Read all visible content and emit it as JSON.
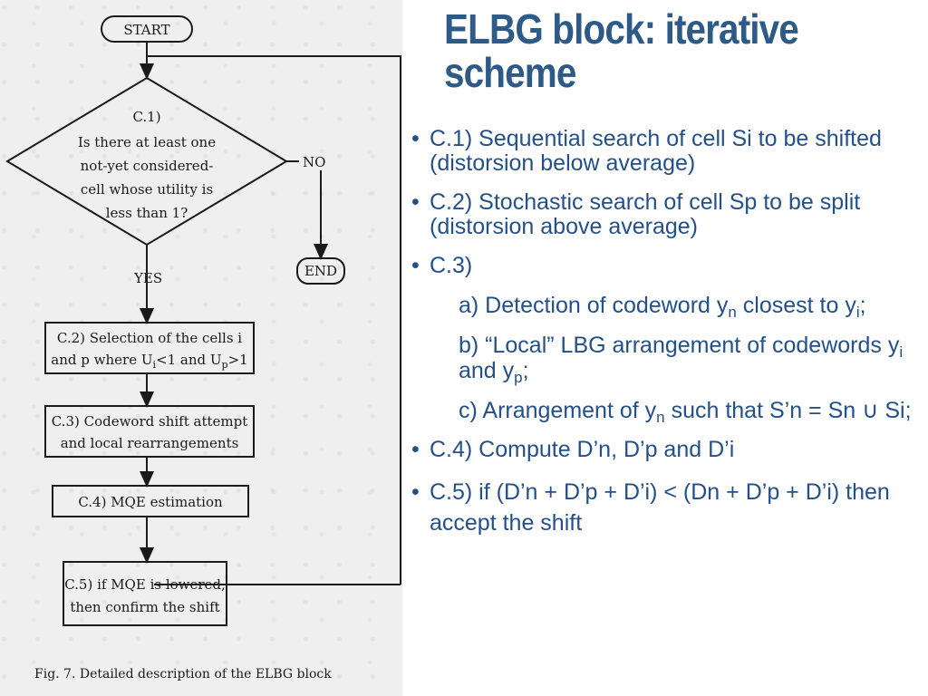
{
  "slide": {
    "title_line1": "ELBG block: iterative",
    "title_line2": "scheme"
  },
  "flowchart": {
    "start": "START",
    "end": "END",
    "c1": {
      "line1": "C.1)",
      "line2": "Is there at least one",
      "line3": "not-yet considered-",
      "line4": "cell whose utility is",
      "line5": "less than 1?"
    },
    "no_label": "NO",
    "yes_label": "YES",
    "c2": {
      "line1": "C.2) Selection of the cells i",
      "line2": "and p where U",
      "line2_sub_i": "i",
      "line2_mid": "<1 and U",
      "line2_sub_p": "p",
      "line2_end": ">1"
    },
    "c3": {
      "line1": "C.3) Codeword shift attempt",
      "line2": "and local rearrangements"
    },
    "c4": {
      "line1": "C.4) MQE estimation"
    },
    "c5": {
      "line1": "C.5) if MQE is lowered,",
      "line2": "then confirm the shift"
    },
    "caption": "Fig. 7.   Detailed description of the ELBG block"
  },
  "bullets": {
    "b1": "C.1) Sequential search of cell Si to be shifted (distorsion below average)",
    "b2": "C.2) Stochastic search of cell Sp to be split (distorsion above average)",
    "b3": "C.3)",
    "a_pre": "a) Detection of codeword y",
    "a_sub1": "n",
    "a_mid": " closest to y",
    "a_sub2": "i",
    "a_end": ";",
    "b_pre": "b) “Local” LBG arrangement of codewords y",
    "b_sub1": "i",
    "b_mid": " and y",
    "b_sub2": "p",
    "b_end": ";",
    "c_pre": "c) Arrangement of y",
    "c_sub1": "n",
    "c_end": " such that S’n = Sn ∪ Si;",
    "b4": "C.4) Compute  D’n, D’p and D’i",
    "b5": "C.5) if (D’n + D’p + D’i) < (Dn + D’p + D’i) then accept the shift",
    "dot": "•"
  }
}
